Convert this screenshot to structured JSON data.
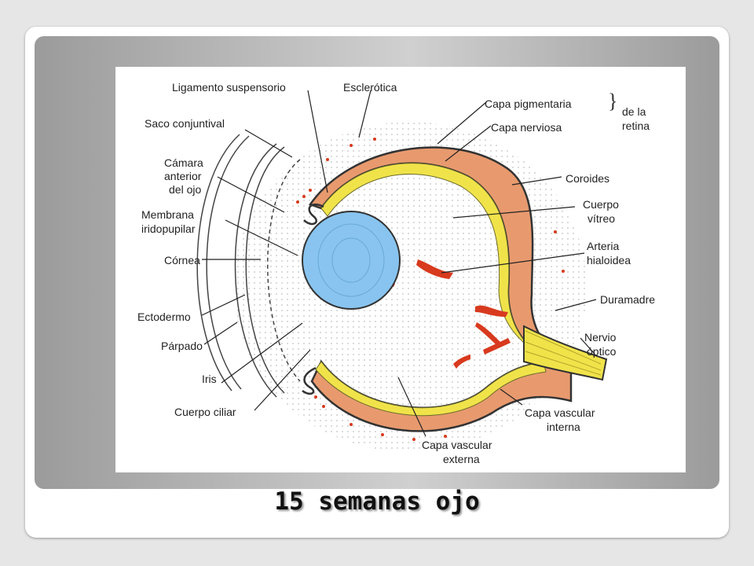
{
  "caption": "15 semanas ojo",
  "colors": {
    "lens": "#88c4ef",
    "sclera_layer": "#e89a6e",
    "retina_layer": "#f0e34a",
    "artery": "#d83a1e",
    "panel_gray": "#b4b4b4"
  },
  "labels": {
    "ligamento": "Ligamento suspensorio",
    "esclerotica": "Esclerótica",
    "capa_pigmentaria": "Capa pigmentaria",
    "capa_nerviosa": "Capa nerviosa",
    "de_la": "de la",
    "retina": "retina",
    "saco": "Saco conjuntival",
    "camara_1": "Cámara",
    "camara_2": "anterior",
    "camara_3": "del ojo",
    "membrana_1": "Membrana",
    "membrana_2": "iridopupilar",
    "cornea": "Córnea",
    "ectodermo": "Ectodermo",
    "parpado": "Párpado",
    "iris": "Iris",
    "cuerpo_ciliar": "Cuerpo ciliar",
    "coroides": "Coroides",
    "cuerpo_vitreo_1": "Cuerpo",
    "cuerpo_vitreo_2": "vítreo",
    "arteria_1": "Arteria",
    "arteria_2": "hialoidea",
    "duramadre": "Duramadre",
    "nervio_1": "Nervio",
    "nervio_2": "óptico",
    "capa_vasc_int_1": "Capa vascular",
    "capa_vasc_int_2": "interna",
    "capa_vasc_ext_1": "Capa vascular",
    "capa_vasc_ext_2": "externa"
  }
}
